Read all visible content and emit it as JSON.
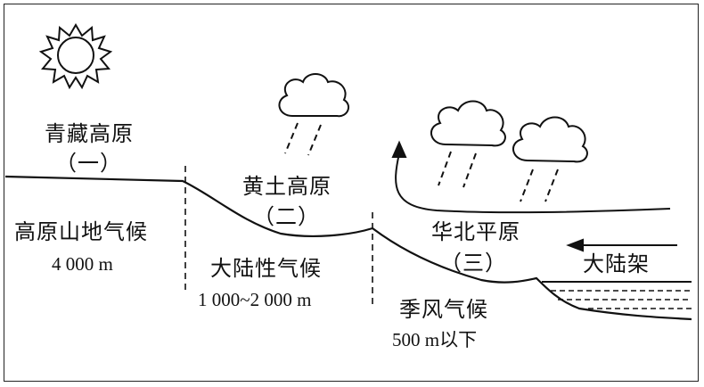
{
  "regions": [
    {
      "name": "青藏高原",
      "number": "（一）",
      "climate": "高原山地气候",
      "elevation": "4 000 m"
    },
    {
      "name": "黄土高原",
      "number": "（二）",
      "climate": "大陆性气候",
      "elevation": "1 000~2 000 m"
    },
    {
      "name": "华北平原",
      "number": "（三）",
      "climate": "季风气候",
      "elevation": "500 m以下"
    }
  ],
  "shelf_label": "大陆架",
  "icons": [
    "sun-icon",
    "rain-cloud-icon",
    "airflow-arrow-icon",
    "sea-water-icon"
  ]
}
